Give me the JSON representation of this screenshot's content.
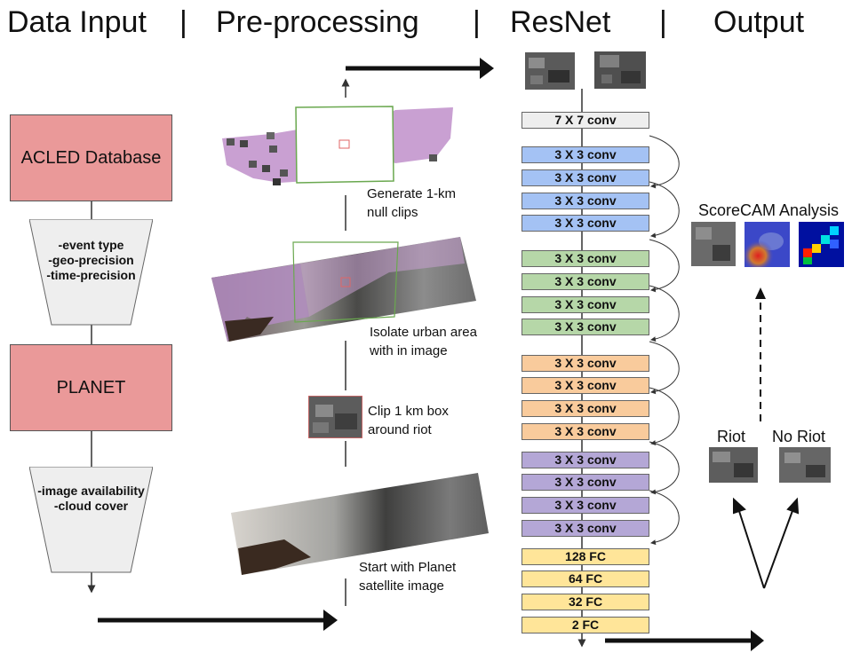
{
  "headers": {
    "data_input": "Data Input",
    "sep1": "|",
    "preprocessing": "Pre-processing",
    "sep2": "|",
    "resnet": "ResNet",
    "sep3": "|",
    "output": "Output"
  },
  "data_input": {
    "acled": "ACLED Database",
    "acled_attrs": [
      "-event type",
      "-geo-precision",
      "-time-precision"
    ],
    "planet": "PLANET",
    "planet_attrs": [
      "-image availability",
      "-cloud cover"
    ]
  },
  "preprocessing": {
    "step_null": [
      "Generate 1-km",
      "null clips"
    ],
    "step_urban": [
      "Isolate urban area",
      "with in image"
    ],
    "step_clip": [
      "Clip 1 km box",
      "around riot"
    ],
    "step_start": [
      "Start with Planet",
      "satellite image"
    ]
  },
  "resnet": {
    "layers": [
      "7 X 7 conv",
      "3 X 3 conv",
      "3 X 3 conv",
      "3 X 3 conv",
      "3 X 3 conv",
      "3 X 3 conv",
      "3 X 3 conv",
      "3 X 3 conv",
      "3 X 3 conv",
      "3 X 3 conv",
      "3 X 3 conv",
      "3 X 3 conv",
      "3 X 3 conv",
      "3 X 3 conv",
      "3 X 3 conv",
      "3 X 3 conv",
      "3 X 3 conv",
      "128 FC",
      "64 FC",
      "32 FC",
      "2 FC"
    ],
    "colors": {
      "input": "#eeeeee",
      "block1": "#a4c2f4",
      "block2": "#b6d7a8",
      "block3": "#f9cb9c",
      "block4": "#b4a7d6",
      "fc": "#ffe599"
    }
  },
  "output": {
    "scorecam": "ScoreCAM Analysis",
    "riot": "Riot",
    "no_riot": "No Riot"
  },
  "colors": {
    "source_box": "#ea9999",
    "attr_box": "#eeeeee",
    "urban_overlay": "#c9a0d2",
    "null_clip_border": "#6aa84f",
    "riot_box": "#e06666"
  }
}
